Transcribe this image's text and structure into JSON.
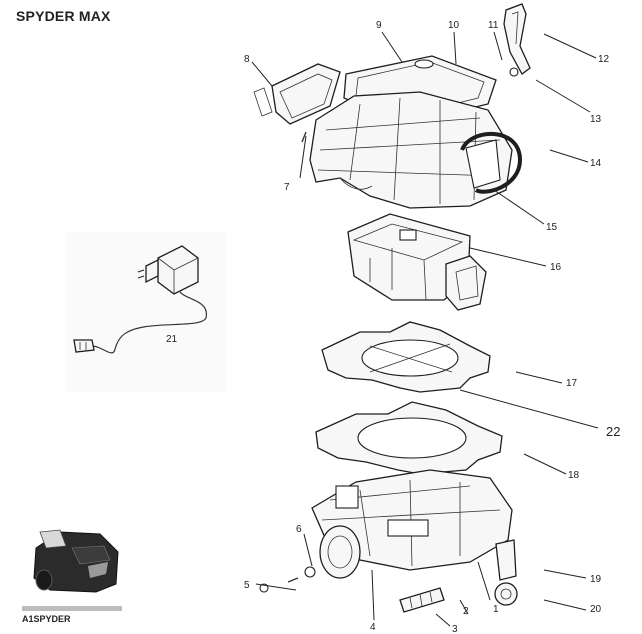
{
  "title": "SPYDER MAX",
  "thumbnail_label": "A1SPYDER",
  "callouts": [
    {
      "id": "1",
      "text": "1"
    },
    {
      "id": "2",
      "text": "2"
    },
    {
      "id": "3",
      "text": "3"
    },
    {
      "id": "4",
      "text": "4"
    },
    {
      "id": "5",
      "text": "5"
    },
    {
      "id": "6",
      "text": "6"
    },
    {
      "id": "7",
      "text": "7"
    },
    {
      "id": "8",
      "text": "8"
    },
    {
      "id": "9",
      "text": "9"
    },
    {
      "id": "10",
      "text": "10"
    },
    {
      "id": "11",
      "text": "11"
    },
    {
      "id": "12",
      "text": "12"
    },
    {
      "id": "13",
      "text": "13"
    },
    {
      "id": "14",
      "text": "14"
    },
    {
      "id": "15",
      "text": "15"
    },
    {
      "id": "16",
      "text": "16"
    },
    {
      "id": "17",
      "text": "17"
    },
    {
      "id": "18",
      "text": "18"
    },
    {
      "id": "19",
      "text": "19"
    },
    {
      "id": "20",
      "text": "20"
    },
    {
      "id": "21",
      "text": "21"
    },
    {
      "id": "22",
      "text": "22"
    }
  ]
}
